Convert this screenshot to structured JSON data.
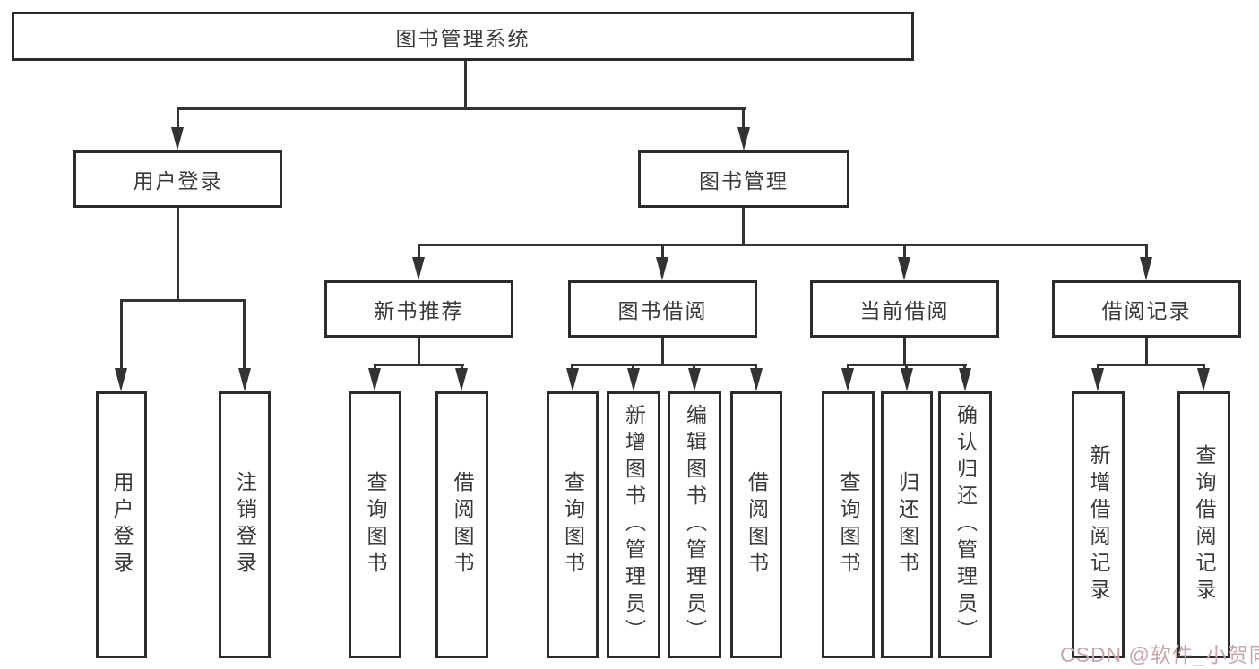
{
  "diagram": {
    "tree": {
      "root": {
        "label": "图书管理系统"
      },
      "branches": [
        {
          "label": "用户登录",
          "children": [
            {
              "label": "用户登录"
            },
            {
              "label": "注销登录"
            }
          ]
        },
        {
          "label": "图书管理",
          "children": [
            {
              "label": "新书推荐",
              "children": [
                {
                  "label": "查询图书"
                },
                {
                  "label": "借阅图书"
                }
              ]
            },
            {
              "label": "图书借阅",
              "children": [
                {
                  "label": "查询图书"
                },
                {
                  "label": "新增图书（管理员）"
                },
                {
                  "label": "编辑图书（管理员）"
                },
                {
                  "label": "借阅图书"
                }
              ]
            },
            {
              "label": "当前借阅",
              "children": [
                {
                  "label": "查询图书"
                },
                {
                  "label": "归还图书"
                },
                {
                  "label": "确认归还（管理员）"
                }
              ]
            },
            {
              "label": "借阅记录",
              "children": [
                {
                  "label": "新增借阅记录"
                },
                {
                  "label": "查询借阅记录"
                }
              ]
            }
          ]
        }
      ]
    },
    "colors": {
      "line": "#333333",
      "box_border": "#2b2b2b",
      "text": "#3a3a3a",
      "background": "#ffffff",
      "watermark": "#c9a6ac"
    }
  },
  "watermark": {
    "text": "CSDN @软件_小贺同学"
  }
}
